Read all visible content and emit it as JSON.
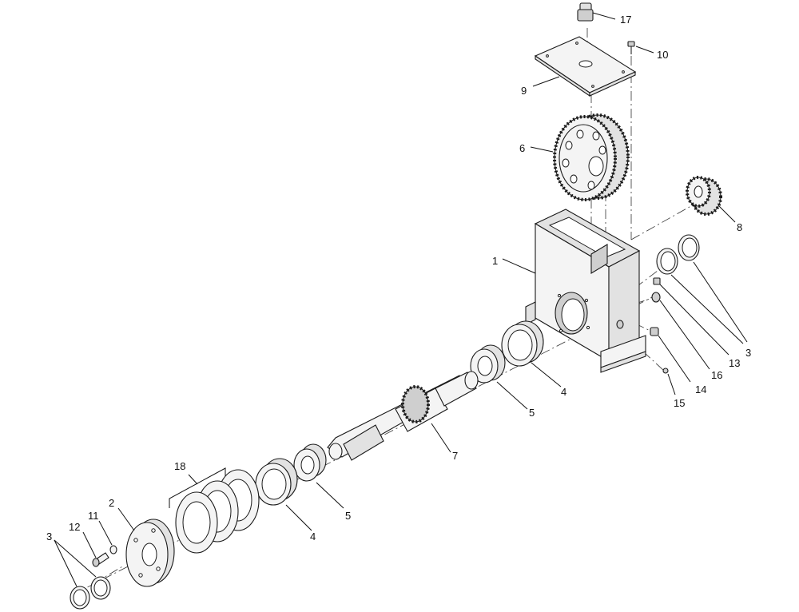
{
  "callouts": {
    "c1": "1",
    "c2": "2",
    "c3a": "3",
    "c3b": "3",
    "c4a": "4",
    "c4b": "4",
    "c5a": "5",
    "c5b": "5",
    "c6": "6",
    "c7": "7",
    "c8": "8",
    "c9": "9",
    "c10": "10",
    "c11": "11",
    "c12": "12",
    "c13": "13",
    "c14": "14",
    "c15": "15",
    "c16": "16",
    "c17": "17",
    "c18": "18"
  }
}
